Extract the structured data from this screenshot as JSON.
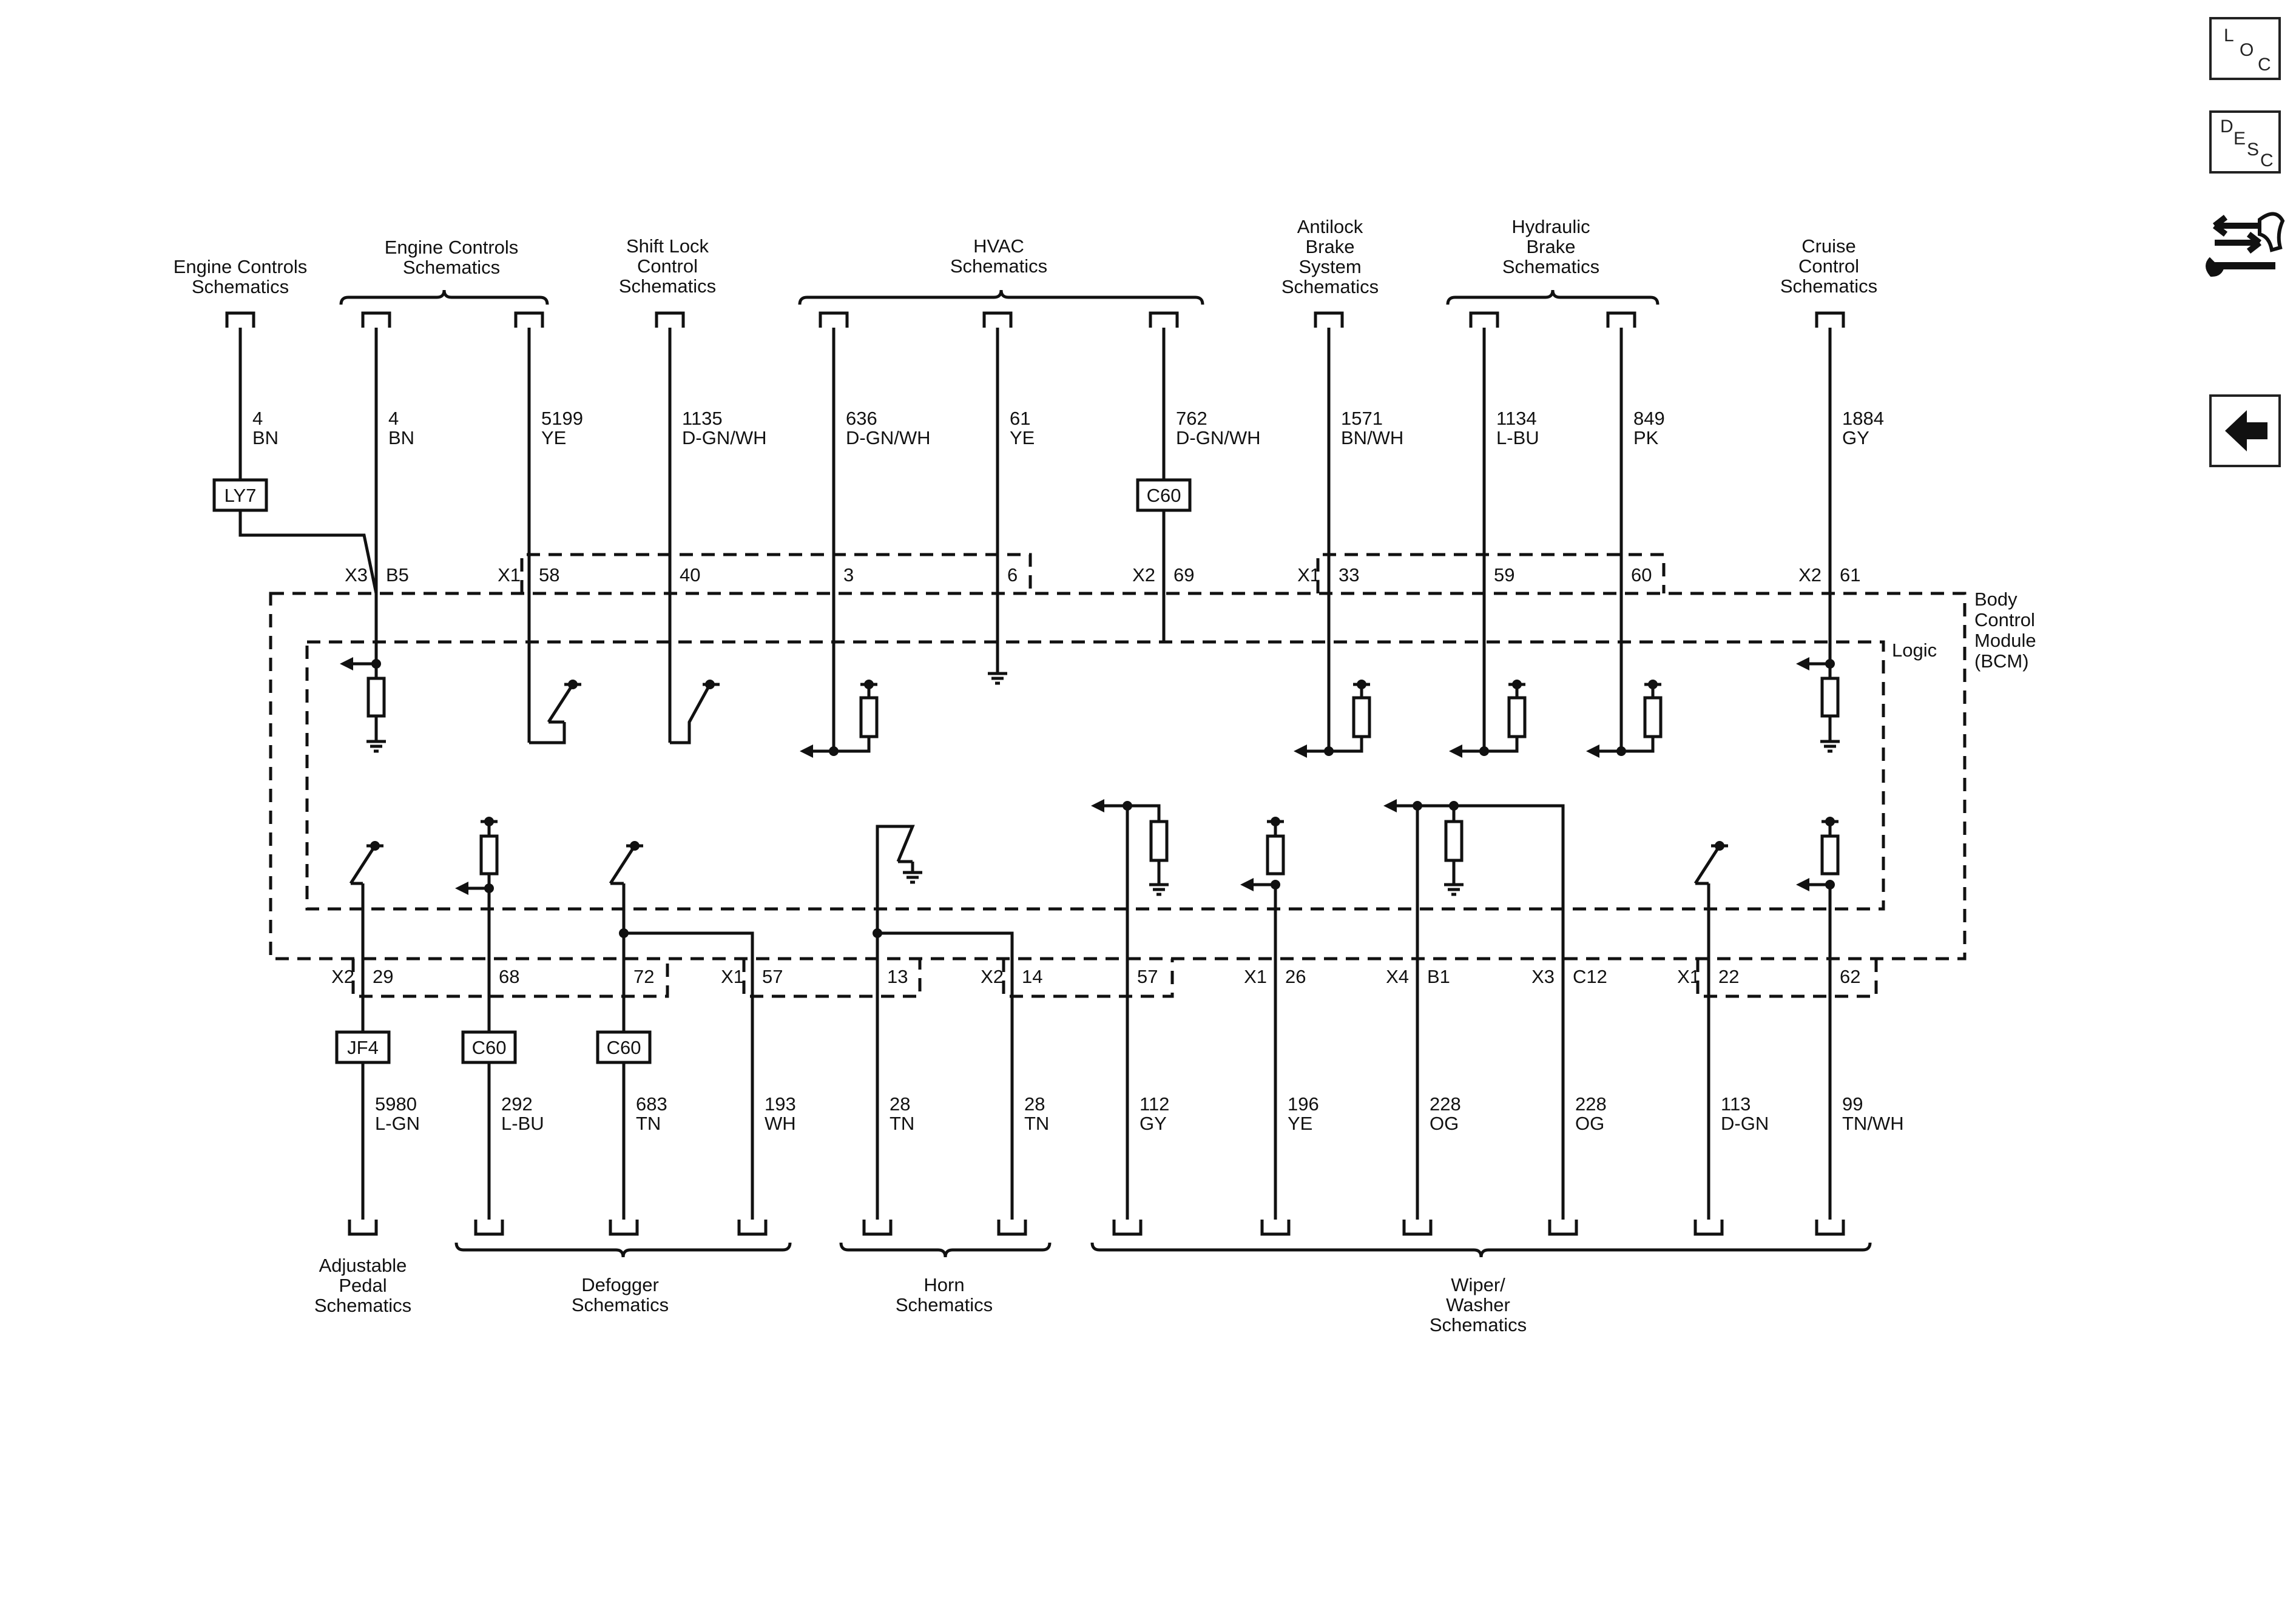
{
  "nav": {
    "loc": [
      "L",
      "O",
      "C"
    ],
    "desc": [
      "D",
      "E",
      "S",
      "C"
    ],
    "back_icon": "left-arrow-icon",
    "tools_icon": "arrows-wrench-icon"
  },
  "diagram": {
    "module_label": [
      "Body",
      "Control",
      "Module",
      "(BCM)"
    ],
    "logic_label": "Logic",
    "top_groups": [
      {
        "id": "engine1",
        "lines": [
          "Engine Controls",
          "Schematics"
        ]
      },
      {
        "id": "engine2",
        "lines": [
          "Engine Controls",
          "Schematics"
        ]
      },
      {
        "id": "shiftlock",
        "lines": [
          "Shift Lock",
          "Control",
          "Schematics"
        ]
      },
      {
        "id": "hvac",
        "lines": [
          "HVAC",
          "Schematics"
        ]
      },
      {
        "id": "abs",
        "lines": [
          "Antilock",
          "Brake",
          "System",
          "Schematics"
        ]
      },
      {
        "id": "hydraulic",
        "lines": [
          "Hydraulic",
          "Brake",
          "Schematics"
        ]
      },
      {
        "id": "cruise",
        "lines": [
          "Cruise",
          "Control",
          "Schematics"
        ]
      }
    ],
    "bottom_groups": [
      {
        "id": "pedal",
        "lines": [
          "Adjustable",
          "Pedal",
          "Schematics"
        ]
      },
      {
        "id": "defogger",
        "lines": [
          "Defogger",
          "Schematics"
        ]
      },
      {
        "id": "horn",
        "lines": [
          "Horn",
          "Schematics"
        ]
      },
      {
        "id": "wiper",
        "lines": [
          "Wiper/",
          "Washer",
          "Schematics"
        ]
      }
    ],
    "top_circuits": [
      {
        "circuit": "4",
        "color": "BN",
        "option": "LY7"
      },
      {
        "circuit": "4",
        "color": "BN",
        "conn": "X3",
        "pin": "B5"
      },
      {
        "circuit": "5199",
        "color": "YE",
        "conn": "X1",
        "pin": "58"
      },
      {
        "circuit": "1135",
        "color": "D-GN/WH",
        "pin": "40"
      },
      {
        "circuit": "636",
        "color": "D-GN/WH",
        "pin": "3"
      },
      {
        "circuit": "61",
        "color": "YE",
        "pin": "6"
      },
      {
        "circuit": "762",
        "color": "D-GN/WH",
        "option": "C60",
        "conn": "X2",
        "pin": "69"
      },
      {
        "circuit": "1571",
        "color": "BN/WH",
        "conn": "X1",
        "pin": "33"
      },
      {
        "circuit": "1134",
        "color": "L-BU",
        "pin": "59"
      },
      {
        "circuit": "849",
        "color": "PK",
        "pin": "60"
      },
      {
        "circuit": "1884",
        "color": "GY",
        "conn": "X2",
        "pin": "61"
      }
    ],
    "bottom_circuits": [
      {
        "circuit": "5980",
        "color": "L-GN",
        "option": "JF4",
        "conn": "X2",
        "pin": "29"
      },
      {
        "circuit": "292",
        "color": "L-BU",
        "option": "C60",
        "pin": "68"
      },
      {
        "circuit": "683",
        "color": "TN",
        "option": "C60",
        "pin": "72"
      },
      {
        "circuit": "193",
        "color": "WH",
        "conn": "X1",
        "pin": "57"
      },
      {
        "circuit": "28",
        "color": "TN",
        "pin": "13"
      },
      {
        "circuit": "28",
        "color": "TN",
        "conn": "X2",
        "pin": "14"
      },
      {
        "circuit": "112",
        "color": "GY",
        "pin": "57"
      },
      {
        "circuit": "196",
        "color": "YE",
        "conn": "X1",
        "pin": "26"
      },
      {
        "circuit": "228",
        "color": "OG",
        "conn": "X4",
        "pin": "B1"
      },
      {
        "circuit": "228",
        "color": "OG",
        "conn": "X3",
        "pin": "C12"
      },
      {
        "circuit": "113",
        "color": "D-GN",
        "conn": "X1",
        "pin": "22"
      },
      {
        "circuit": "99",
        "color": "TN/WH",
        "pin": "62"
      }
    ]
  }
}
